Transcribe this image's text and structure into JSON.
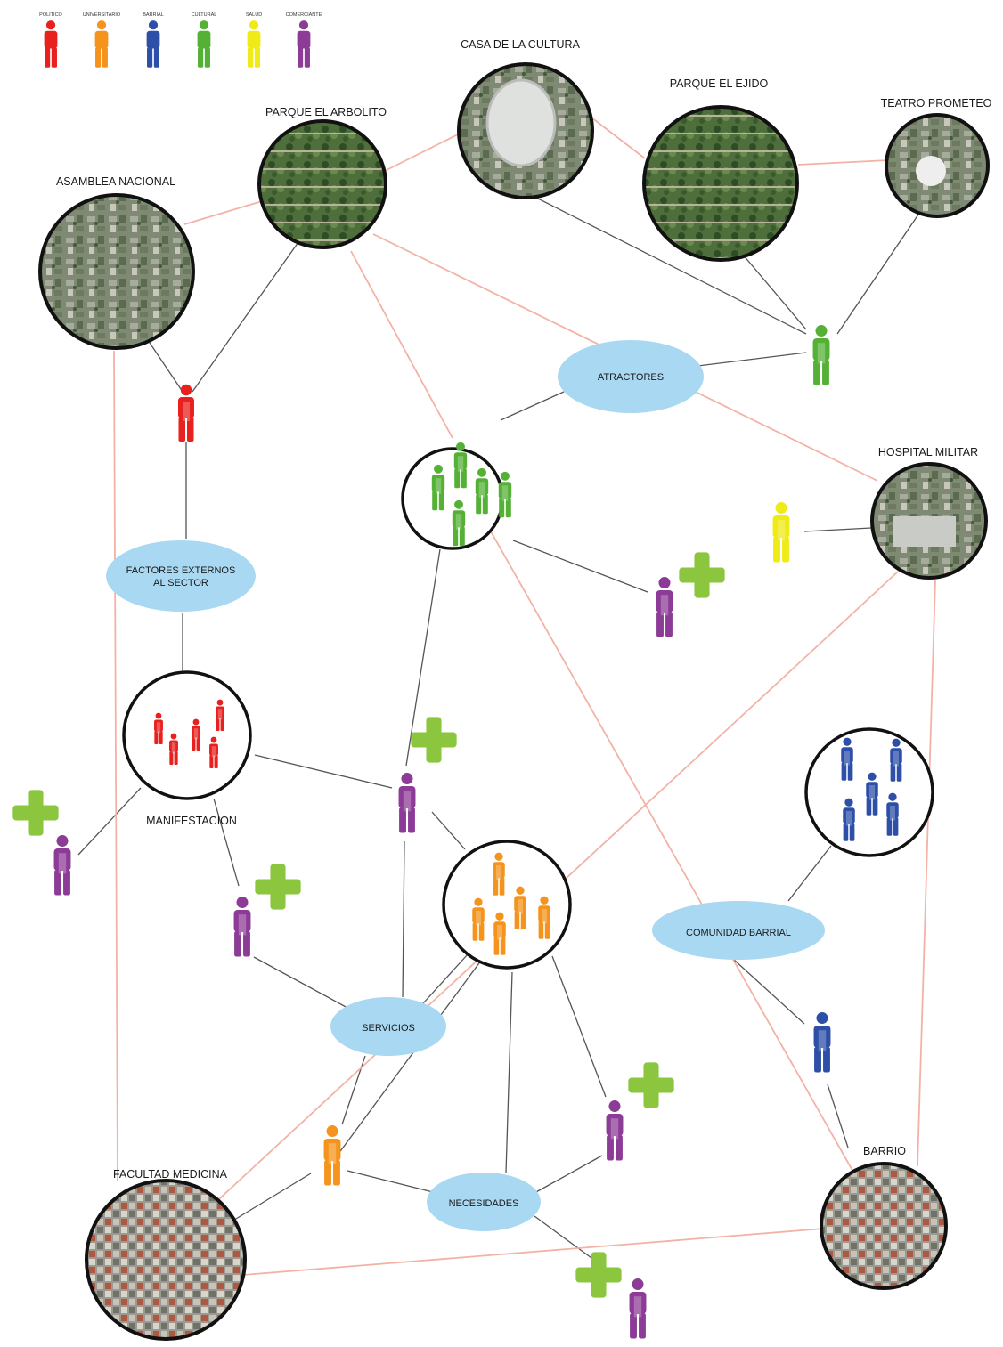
{
  "legend": [
    {
      "label": "POLITICO",
      "color": "#e8201e"
    },
    {
      "label": "UNIVERSITARIO",
      "color": "#f5941d"
    },
    {
      "label": "BARRIAL",
      "color": "#2e4fa8"
    },
    {
      "label": "CULTURAL",
      "color": "#55b136"
    },
    {
      "label": "SALUD",
      "color": "#f0ea16"
    },
    {
      "label": "COMERCIANTE",
      "color": "#8c3c96"
    }
  ],
  "places": {
    "asamblea": "ASAMBLEA NACIONAL",
    "arbolito": "PARQUE EL ARBOLITO",
    "cultura": "CASA DE LA CULTURA",
    "ejido": "PARQUE EL EJIDO",
    "prometeo": "TEATRO PROMETEO",
    "hospital": "HOSPITAL MILITAR",
    "medicina": "FACULTAD MEDICINA",
    "barrio": "BARRIO"
  },
  "concepts": {
    "atractores": "ATRACTORES",
    "factores_l1": "FACTORES EXTERNOS",
    "factores_l2": "AL SECTOR",
    "comunidad": "COMUNIDAD BARRIAL",
    "servicios": "SERVICIOS",
    "necesidades": "NECESIDADES"
  },
  "groups": {
    "manifestacion": "MANIFESTACION"
  },
  "colors": {
    "link_black": "#555555",
    "link_red": "#f2b3a6",
    "concept_fill": "#a9d8f2",
    "plus": "#8cc63f"
  }
}
